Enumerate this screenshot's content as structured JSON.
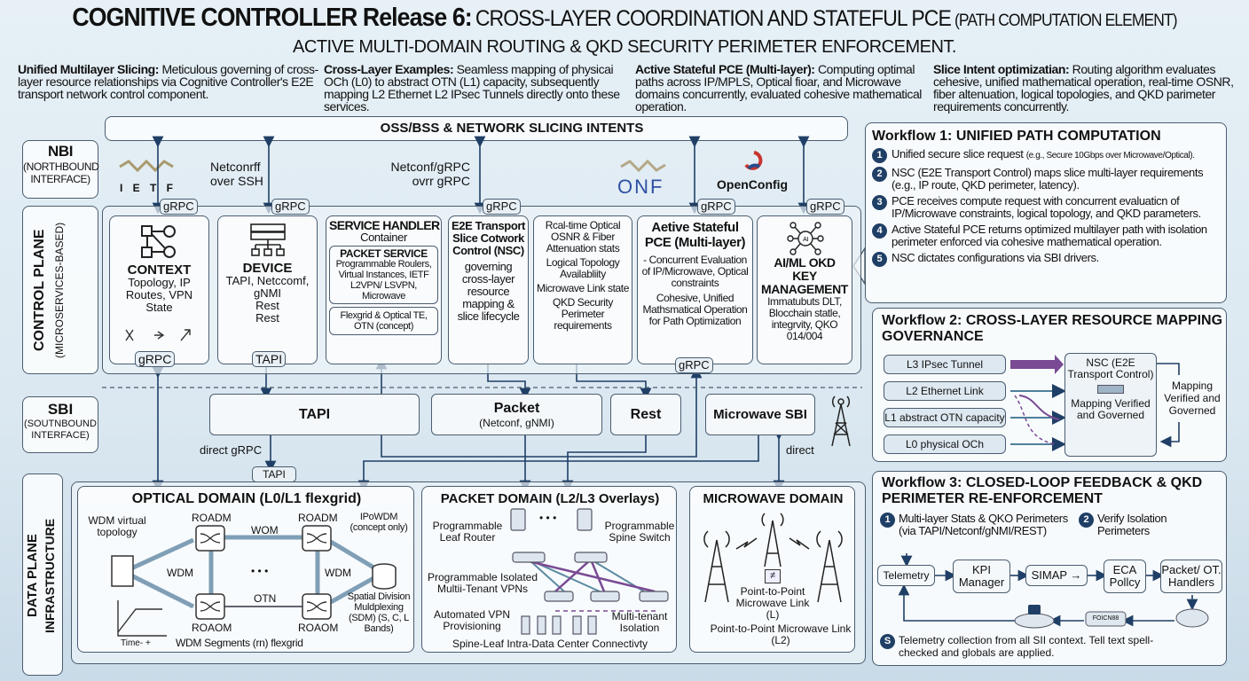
{
  "title": {
    "bold": "COGNITIVE CONTROLLER Release 6:",
    "main": "CROSS-LAYER COORDINATION AND STATEFUL PCE",
    "paren": "(PATH COMPUTATION ELEMENT)",
    "subtitle": "ACTIVE MULTI-DOMAIN ROUTING & QKD SECURITY PERIMETER ENFORCEMENT."
  },
  "intro": [
    {
      "head": "Unified Multilayer Slicing:",
      "text": "Meticulous governing of cross-layer resource relationships via Cognitive Controller's E2E transport network control component."
    },
    {
      "head": "Cross-Layer Examples:",
      "text": "Seamless mapping of physicai OCh (L0) to abstract OTN (L1) capacity, subsequently mapping L2 Ethernet L2 IPsec Tunnels directly onto these services."
    },
    {
      "head": "Active Stateful PCE (Multi-layer):",
      "text": "Computing optimal paths across IP/MPLS, Optical fioar, and Microwave domains concurrently, evaluated cohesive mathematical operation."
    },
    {
      "head": "Slice Intent optimizatian:",
      "text": "Routing algorithm evaluates cehesive, unified mathematical operation, real-time OSNR, fiber altenuation, logical topologies, and QKD parimeter requirements concurrently."
    }
  ],
  "oss_bar": "OSS/BSS & NETWORK SLICING INTENTS",
  "nbi": {
    "title": "NBI",
    "sub": "(NORTHBOUND INTERFACE)"
  },
  "control_plane": {
    "label": "CONTROL PLANE",
    "sub": "(MICROSERVICES-BASED)"
  },
  "logos": {
    "ietf": "I E T F",
    "onf": "ONF",
    "openconfig": "OpenConfig"
  },
  "nbi_links": [
    "Netconrff over SSH",
    "Netconf/gRPC ovrr gRPC"
  ],
  "pills": {
    "grpc": "gRPC",
    "grpc_b": "gRPC",
    "grpc_c": "gRPC",
    "grpc_d": "gRPC",
    "grpc_e": "gRPC",
    "grpc_f": "gRPC",
    "tapi": "TAPI",
    "grpc_g": "gRPC"
  },
  "modules": {
    "context": {
      "title": "CONTEXT",
      "lines": "Topology, IP Routes, VPN State"
    },
    "device": {
      "title": "DEVICE",
      "lines": "TAPI, Netccomf, gNMI",
      "l2": "Rest",
      "l3": "Rest"
    },
    "service": {
      "title": "SERVICE HANDLER",
      "sub": "Container",
      "pkt_title": "PACKET SERVICE",
      "pkt_text": "Programmable Roulers, Virtual Instances, IETF L2VPN/ LSVPN, Microwave",
      "optical": "Flexgrid & Optical TE, OTN (concept)"
    },
    "nsc": {
      "title": "E2E Transport Slice Cotwork Control (NSC)",
      "text": "governing cross-layer resource mapping & slice lifecycle"
    },
    "inputs": [
      "Rcal-time Optical OSNR & Fiber Attenuation stats",
      "Logical Topology Availabliity",
      "Microwave Link state",
      "QKD Security Perimeter requirements"
    ],
    "pce": {
      "title": "Aetive Stateful PCE (Multi-layer)",
      "t1": "- Concurrent Evaluation of IP/Microwave, Optical constraints",
      "t2": "Cohesive, Unified Mathsmatical Operation for Path Optimization"
    },
    "aiml": {
      "badge": "AI",
      "title": "AI/ML OKD KEY MANAGEMENT",
      "text": "Immatubuts DLT, Blocchain statle, integrvity, QKO 014/004"
    }
  },
  "sbi": {
    "title": "SBI",
    "sub": "(SOUTNBOUND INTERFACE)",
    "tapi": "TAPI",
    "packet": "Packet",
    "packet_sub": "(Netconf, gNMI)",
    "rest": "Rest",
    "microwave": "Microwave SBI",
    "direct_grpc": "direct gRPC",
    "tapi_small": "TAPI",
    "direct": "direct"
  },
  "data_plane": {
    "label": "DATA PLANE",
    "sub": "INFRASTRUCTURE"
  },
  "optical": {
    "title": "OPTICAL DOMAIN (L0/L1 flexgrid)",
    "wdm_virtual": "WDM virtual topology",
    "roadm1": "ROADM",
    "roadm2": "ROADM",
    "roaom1": "ROAOM",
    "roaom2": "ROAOM",
    "wom": "WOM",
    "otn": "OTN",
    "wdm1": "WDM",
    "wdm2": "WDM",
    "dots": "• • •",
    "ipowdm": "IPoWDM (concept only)",
    "sdm": "Spatial Division Muldplexing (SDM) (S, C, L Bands)",
    "segments": "WDM Segments (rn) flexgrid",
    "time": "Time- +"
  },
  "packet": {
    "title": "PACKET DOMAIN (L2/L3 Overlays)",
    "leaf": "Programmable Leaf Router",
    "spine": "Programmable Spine Switch",
    "dots": "• • •",
    "vpns": "Programmable Isolated Multii-Tenant VPNs",
    "auto": "Automated VPN Provisioning",
    "multi": "Multi-tenant Isolation",
    "footer": "Spine-Leaf Intra-Data Center Connectivty"
  },
  "microwave": {
    "title": "MICROWAVE DOMAIN",
    "link1": "Point-to-Point Microwave Link (L)",
    "link2": "Point-to-Point Microwave Link (L2)",
    "glyph": "≠"
  },
  "workflow1": {
    "title": "Workflow 1: UNIFIED PATH COMPUTATION",
    "steps": [
      {
        "n": "1",
        "text": "Unified secure slice request",
        "note": "(e.g., Secure 10Gbps over Microwave/Optical)."
      },
      {
        "n": "2",
        "text": "NSC (E2E Transport Control) maps slice multi-layer requirements (e.g., IP route, QKD perimeter, latency)."
      },
      {
        "n": "3",
        "text": "PCE receives compute request with concurrent evaluaticn of IP/Microwave constraints, logical topology, and QKD parameters."
      },
      {
        "n": "4",
        "text": "Active Stateful PCE returns optimized multilayer path with isolation perimeter enforced via cohesive mathematical operation."
      },
      {
        "n": "5",
        "text": "NSC dictates configurations via SBI drivers."
      }
    ]
  },
  "workflow2": {
    "title": "Workflow 2: CROSS-LAYER RESOURCE MAPPING GOVERNANCE",
    "layers": [
      "L3 IPsec Tunnel",
      "L2 Ethernet Link",
      "L1 abstract OTN capacity",
      "L0 physical OCh"
    ],
    "nsc": "NSC (E2E Transport Control)",
    "verified": "Mapping Verified and Governed",
    "side": "Mapping Verified and Governed"
  },
  "workflow3": {
    "title": "Workflow 3: CLOSED-LOOP FEEDBACK & QKD PERIMETER RE-ENFORCEMENT",
    "s1n": "1",
    "s1": "Multi-layer Stats & QKO Perimeters (via TAPI/Netconf/gNMI/REST)",
    "s2n": "2",
    "s2": "Verify Isolation Perimeters",
    "flow": [
      "Telemetry",
      "KPI Manager",
      "SIMAP →",
      "ECA Pollcy",
      "Packet/ OT. Handlers"
    ],
    "device_label": "FOICN88",
    "s5n": "S",
    "s5": "Telemetry collection from all SII context. Tell text spell-checked and globals are applied."
  },
  "colors": {
    "border": "#4a5d70",
    "navy": "#1f3f66",
    "purple": "#7a4a94",
    "teal": "#4f7f9a"
  }
}
